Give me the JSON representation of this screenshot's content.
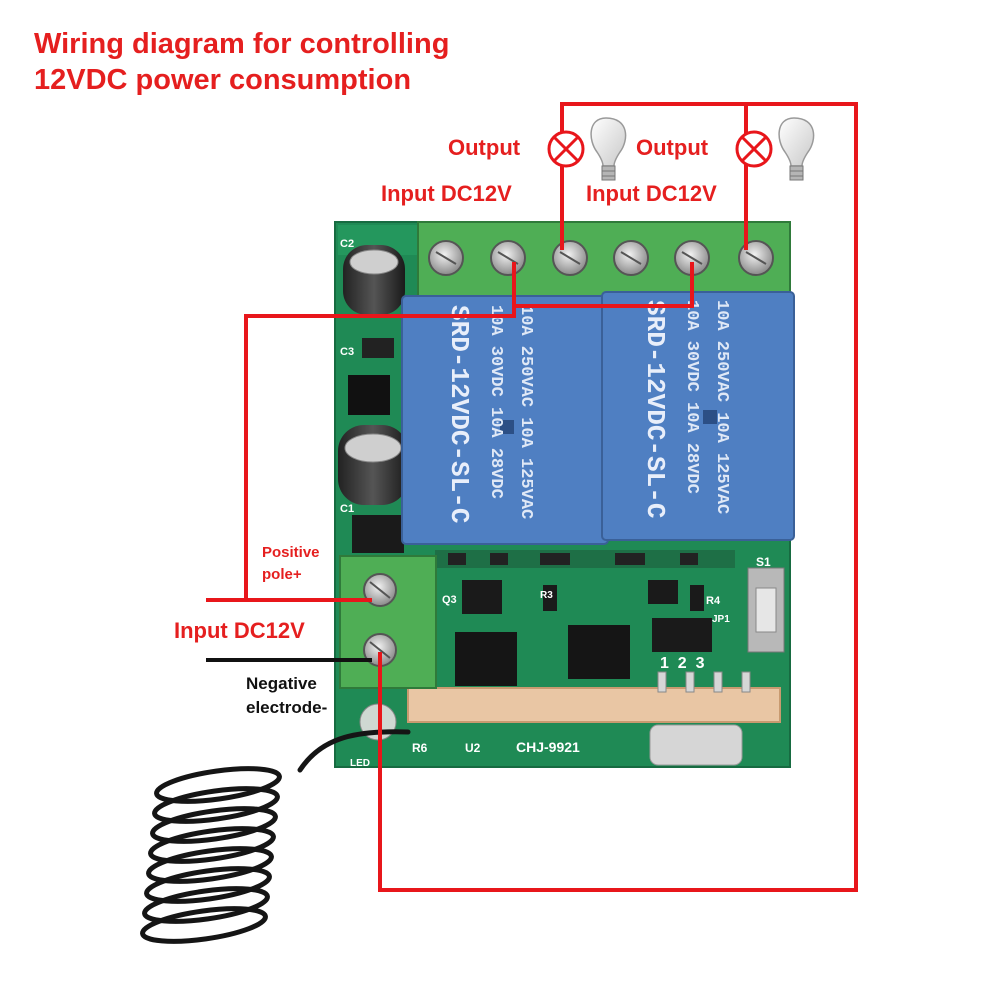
{
  "title": {
    "line1": "Wiring diagram for controlling",
    "line2": "12VDC power consumption"
  },
  "labels": {
    "output_1": "Output",
    "output_2": "Output",
    "input_top_1": "Input DC12V",
    "input_top_2": "Input DC12V",
    "positive": "Positive",
    "positive_2": "pole+",
    "input_left": "Input DC12V",
    "negative": "Negative",
    "negative_2": "electrode-"
  },
  "board": {
    "relay_1": {
      "line1": "10A 250VAC  10A 125VAC",
      "line2": "10A  30VDC  10A  28VDC",
      "line3": "SRD-12VDC-SL-C"
    },
    "relay_2": {
      "line1": "10A 250VAC  10A 125VAC",
      "line2": "10A  30VDC  10A  28VDC",
      "line3": "SRD-12VDC-SL-C"
    },
    "silkscreen": {
      "c2": "C2",
      "c3": "C3",
      "c1": "C1",
      "q3": "Q3",
      "r3": "R3",
      "r4": "R4",
      "jp1": "JP1",
      "s1": "S1",
      "r6": "R6",
      "u2": "U2",
      "led": "LED",
      "model": "CHJ-9921",
      "pins": "1  2  3"
    }
  },
  "colors": {
    "wire_red": "#e8161b",
    "wire_black": "#111111",
    "pcb": "#1f8a55",
    "relay": "#4f7fc2",
    "terminal": "#4fae55",
    "label_red": "#e51f1f"
  },
  "icons": [
    "lamp-symbol-icon",
    "light-bulb-icon",
    "antenna-coil-icon",
    "screw-terminal-icon"
  ]
}
